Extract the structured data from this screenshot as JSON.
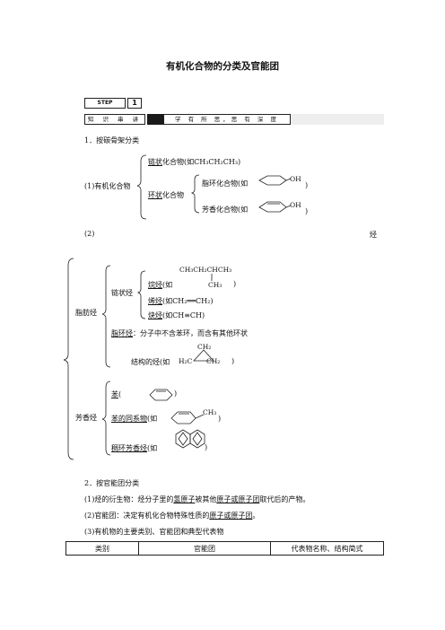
{
  "title": "有机化合物的分类及官能团",
  "step": {
    "label": "STEP",
    "number": "1"
  },
  "banner": {
    "left": "知 识 串 讲",
    "right": "学 有 所 思，思 有 深 度"
  },
  "section1": {
    "heading": "1．按碳骨架分类",
    "p1_label": "(1)有机化合物",
    "chain_label": "链状",
    "chain_suffix": "化合物(如CH₃CH₂CH₃)",
    "ring_label": "环状",
    "ring_suffix": "化合物",
    "alicyclic": "脂环化合物(如",
    "aromatic": "芳香化合物(如",
    "oh": "OH",
    "close_paren": ")",
    "p2_label": "(2)",
    "p2_right": "烃"
  },
  "hydrocarbon": {
    "aliphatic": "脂肪烃",
    "chain": "链状烃",
    "alkane_label": "烷烃",
    "alkane_prefix": "(如",
    "alkane_top": "CH₃CH₂CHCH₃",
    "alkane_branch": "CH₃",
    "alkene_label": "烯烃",
    "alkene_formula": "(如CH₂══CH₂)",
    "alkyne_label": "炔烃",
    "alkyne_formula": "(如CH≡CH)",
    "cyclo_label": "脂环烃",
    "cyclo_desc": "：分子中不含苯环，而含有其他环状",
    "cyclo_desc2": "结构的烃(如",
    "cp_top": "CH₂",
    "cp_left": "H₂C",
    "cp_right": "CH₂",
    "aromatic": "芳香烃",
    "benzene": "苯",
    "homolog": "苯的同系物",
    "homolog_prefix": "(如",
    "ch3": "CH₃",
    "fused": "稠环芳香烃",
    "fused_prefix": "(如"
  },
  "section2": {
    "heading": "2．按官能团分类",
    "line1_a": "(1)烃的衍生物：烃分子里的",
    "line1_u1": "氢原子",
    "line1_b": "被其他",
    "line1_u2": "原子或原子团",
    "line1_c": "取代后的产物。",
    "line2_a": "(2)官能团：决定有机化合物特殊性质的",
    "line2_u": "原子或原子团",
    "line2_b": "。",
    "line3": "(3)有机物的主要类别、官能团和典型代表物"
  },
  "table": {
    "headers": [
      "类别",
      "官能团",
      "代表物名称、结构简式"
    ]
  }
}
